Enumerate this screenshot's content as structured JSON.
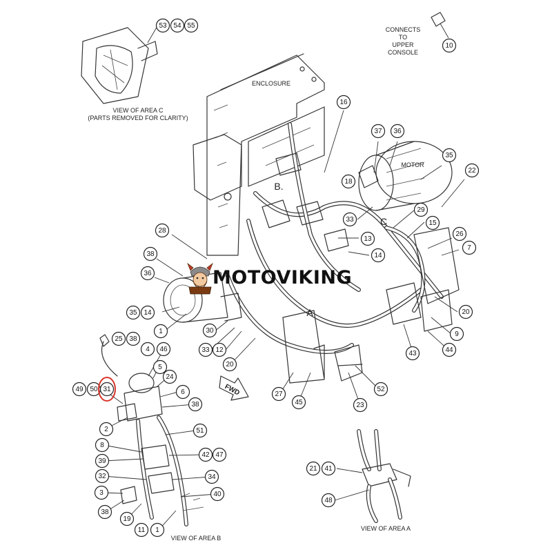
{
  "labels": {
    "connects": [
      "CONNECTS",
      "TO",
      "UPPER",
      "CONSOLE"
    ],
    "enclosure": "ENCLOSURE",
    "motor": "MOTOR",
    "view_c": [
      "VIEW OF AREA C",
      "(PARTS REMOVED FOR CLARITY)"
    ],
    "view_b": "VIEW OF AREA B",
    "view_a": "VIEW OF AREA A",
    "area_a": "A",
    "area_b": "B.",
    "area_c": "C",
    "fwd": "FWD"
  },
  "watermark": {
    "text": "MOTOVIKING",
    "icon": "viking-mascot-icon"
  },
  "callouts": [
    "53",
    "54",
    "55",
    "10",
    "16",
    "37",
    "36",
    "35",
    "22",
    "18",
    "33",
    "29",
    "15",
    "26",
    "7",
    "13",
    "14",
    "28",
    "38",
    "36",
    "20",
    "9",
    "44",
    "43",
    "35",
    "14",
    "1",
    "30",
    "33",
    "12",
    "20",
    "25",
    "38",
    "4",
    "46",
    "5",
    "24",
    "6",
    "38",
    "49",
    "50",
    "31",
    "2",
    "51",
    "8",
    "39",
    "32",
    "42",
    "47",
    "34",
    "3",
    "40",
    "38",
    "19",
    "11",
    "1",
    "27",
    "45",
    "52",
    "23",
    "21",
    "41",
    "48"
  ],
  "highlighted_callout": "31",
  "colors": {
    "highlight": "#d9342b",
    "ink": "#222222",
    "background": "#ffffff"
  }
}
